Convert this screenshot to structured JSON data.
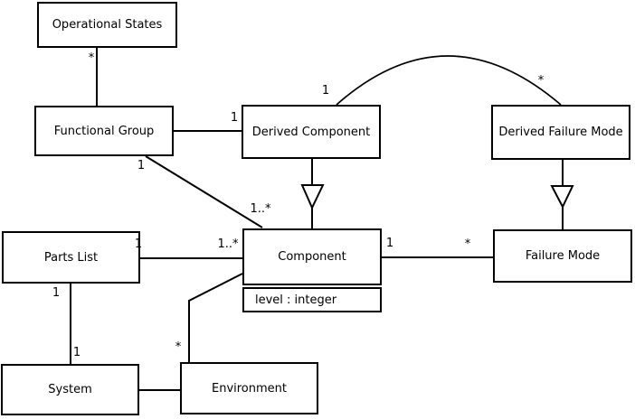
{
  "diagram_type": "uml-class-diagram",
  "colors": {
    "background": "#ffffff",
    "line": "#000000",
    "box_fill": "#ffffff",
    "text": "#000000"
  },
  "classes": [
    {
      "name": "Operational States"
    },
    {
      "name": "Functional Group"
    },
    {
      "name": "Derived Component"
    },
    {
      "name": "Derived Failure Mode"
    },
    {
      "name": "Parts List"
    },
    {
      "name": "Component",
      "attributes": [
        "level : integer"
      ]
    },
    {
      "name": "Failure Mode"
    },
    {
      "name": "System"
    },
    {
      "name": "Environment"
    }
  ],
  "relationships": [
    {
      "from": "Operational States",
      "to": "Functional Group",
      "type": "association",
      "from_label": "*"
    },
    {
      "from": "Functional Group",
      "to": "Derived Component",
      "type": "association",
      "to_label": "1"
    },
    {
      "from": "Functional Group",
      "to": "Component",
      "type": "association",
      "from_label": "1",
      "to_label": "1..*"
    },
    {
      "from": "Derived Component",
      "to": "Component",
      "type": "generalization"
    },
    {
      "from": "Derived Component",
      "to": "Derived Failure Mode",
      "type": "association",
      "from_label": "1",
      "to_label": "*"
    },
    {
      "from": "Derived Failure Mode",
      "to": "Failure Mode",
      "type": "generalization"
    },
    {
      "from": "Component",
      "to": "Failure Mode",
      "type": "association",
      "from_label": "1",
      "to_label": "*"
    },
    {
      "from": "Parts List",
      "to": "Component",
      "type": "association",
      "from_label": "1",
      "to_label": "1..*"
    },
    {
      "from": "Parts List",
      "to": "System",
      "type": "association",
      "from_label": "1",
      "to_label": "1"
    },
    {
      "from": "Component",
      "to": "Environment",
      "type": "association",
      "to_label": "*"
    },
    {
      "from": "System",
      "to": "Environment",
      "type": "association"
    }
  ]
}
